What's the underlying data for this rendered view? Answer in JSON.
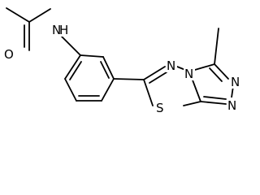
{
  "atoms": {
    "nh": "N",
    "nh_h": "H",
    "o": "O",
    "s": "S",
    "n_thiadiazole": "N",
    "n_bridge": "N",
    "n_triazole_upper": "N",
    "n_triazole_lower": "N"
  }
}
